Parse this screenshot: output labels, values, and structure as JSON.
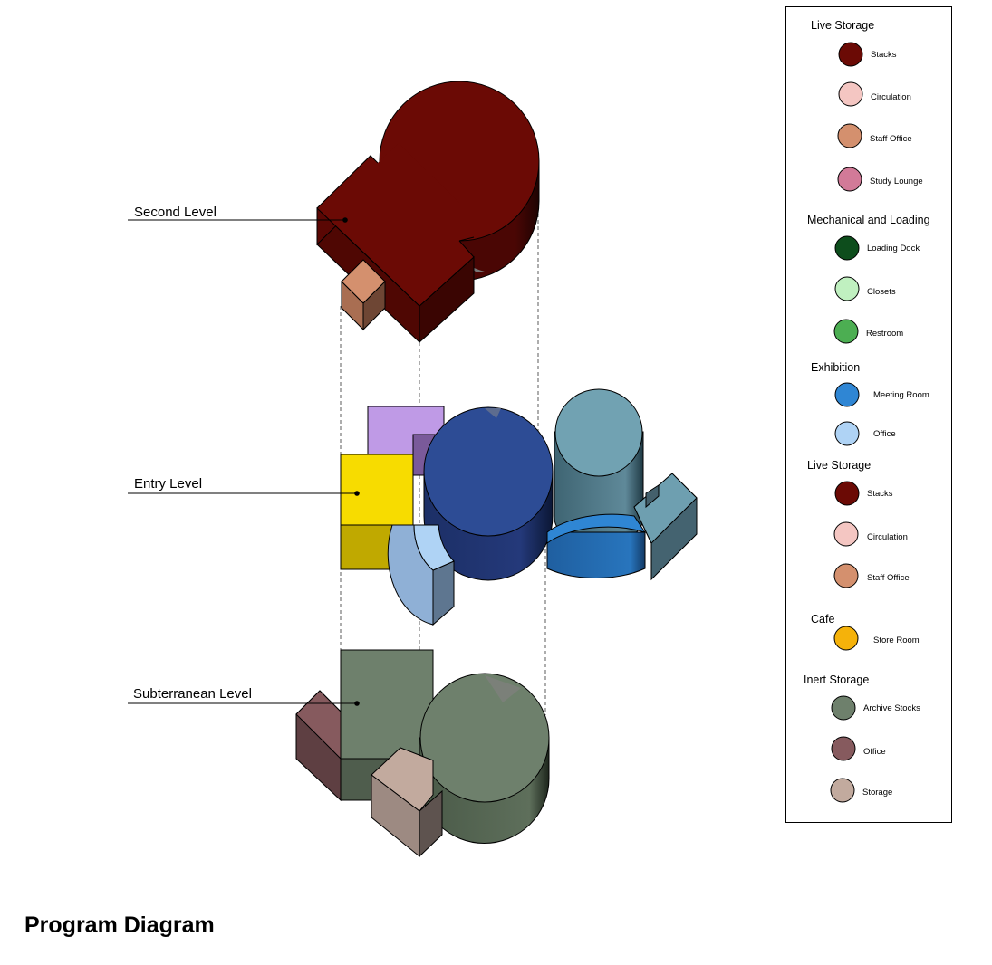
{
  "title": "Program Diagram",
  "levels": {
    "second": "Second Level",
    "entry": "Entry Level",
    "subterranean": "Subterranean Level"
  },
  "legend": {
    "groups": [
      {
        "heading": "Live Storage",
        "items": [
          {
            "label": "Stacks",
            "color": "#6b0a05"
          },
          {
            "label": "Circulation",
            "color": "#f4c6c2"
          },
          {
            "label": "Staff Office",
            "color": "#d4906e"
          },
          {
            "label": "Study Lounge",
            "color": "#d27a98"
          }
        ]
      },
      {
        "heading": "Mechanical and Loading",
        "items": [
          {
            "label": "Loading Dock",
            "color": "#0d4d1c"
          },
          {
            "label": "Closets",
            "color": "#c0f0c0"
          },
          {
            "label": "Restroom",
            "color": "#4cae52"
          }
        ]
      },
      {
        "heading": "Exhibition",
        "items": [
          {
            "label": "Meeting Room",
            "color": "#2f86d4"
          },
          {
            "label": "Office",
            "color": "#afd3f5"
          }
        ]
      },
      {
        "heading": "Live Storage",
        "items": [
          {
            "label": "Stacks",
            "color": "#6b0a05"
          },
          {
            "label": "Circulation",
            "color": "#f4c6c2"
          },
          {
            "label": "Staff Office",
            "color": "#d4906e"
          }
        ]
      },
      {
        "heading": "Cafe",
        "items": [
          {
            "label": "Store Room",
            "color": "#f5b20a"
          }
        ]
      },
      {
        "heading": "Inert Storage",
        "items": [
          {
            "label": "Archive Stocks",
            "color": "#6e806c"
          },
          {
            "label": "Office",
            "color": "#865a5e"
          },
          {
            "label": "Storage",
            "color": "#c2aa9e"
          }
        ]
      }
    ]
  }
}
